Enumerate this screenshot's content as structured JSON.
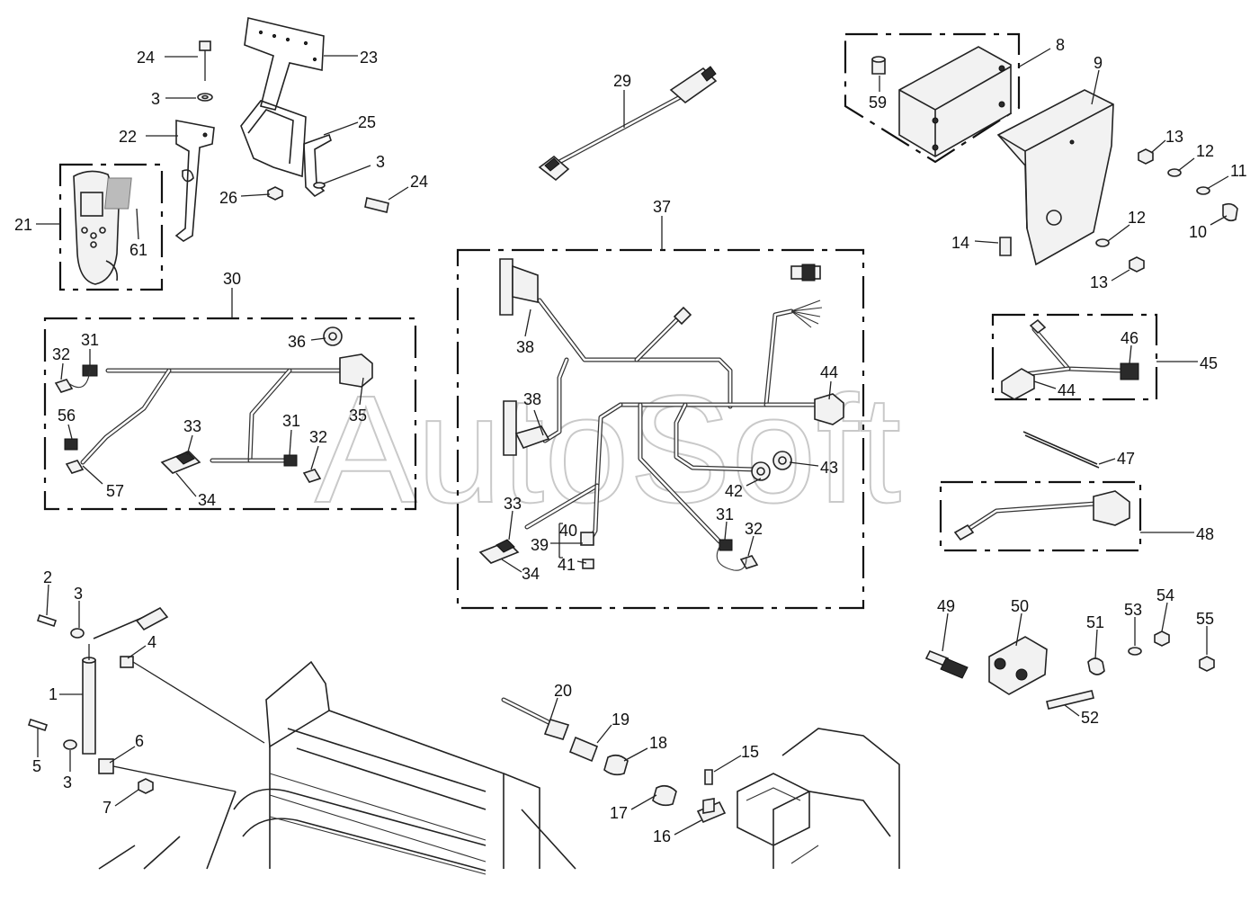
{
  "watermark": "AutoSoft",
  "callouts": [
    {
      "id": "c24a",
      "text": "24"
    },
    {
      "id": "c3a",
      "text": "3"
    },
    {
      "id": "c23",
      "text": "23"
    },
    {
      "id": "c22",
      "text": "22"
    },
    {
      "id": "c25",
      "text": "25"
    },
    {
      "id": "c3b",
      "text": "3"
    },
    {
      "id": "c24b",
      "text": "24"
    },
    {
      "id": "c26",
      "text": "26"
    },
    {
      "id": "c21",
      "text": "21"
    },
    {
      "id": "c61",
      "text": "61"
    },
    {
      "id": "c29",
      "text": "29"
    },
    {
      "id": "c8",
      "text": "8"
    },
    {
      "id": "c9",
      "text": "9"
    },
    {
      "id": "c59",
      "text": "59"
    },
    {
      "id": "c13a",
      "text": "13"
    },
    {
      "id": "c12a",
      "text": "12"
    },
    {
      "id": "c11",
      "text": "11"
    },
    {
      "id": "c10",
      "text": "10"
    },
    {
      "id": "c14",
      "text": "14"
    },
    {
      "id": "c12b",
      "text": "12"
    },
    {
      "id": "c13b",
      "text": "13"
    },
    {
      "id": "c37",
      "text": "37"
    },
    {
      "id": "c30",
      "text": "30"
    },
    {
      "id": "c36",
      "text": "36"
    },
    {
      "id": "c32a",
      "text": "32"
    },
    {
      "id": "c31a",
      "text": "31"
    },
    {
      "id": "c35",
      "text": "35"
    },
    {
      "id": "c56",
      "text": "56"
    },
    {
      "id": "c33a",
      "text": "33"
    },
    {
      "id": "c31b",
      "text": "31"
    },
    {
      "id": "c32b",
      "text": "32"
    },
    {
      "id": "c57",
      "text": "57"
    },
    {
      "id": "c34a",
      "text": "34"
    },
    {
      "id": "c38a",
      "text": "38"
    },
    {
      "id": "c38b",
      "text": "38"
    },
    {
      "id": "c44a",
      "text": "44"
    },
    {
      "id": "c43",
      "text": "43"
    },
    {
      "id": "c42",
      "text": "42"
    },
    {
      "id": "c33b",
      "text": "33"
    },
    {
      "id": "c40",
      "text": "40"
    },
    {
      "id": "c39",
      "text": "39"
    },
    {
      "id": "c41",
      "text": "41"
    },
    {
      "id": "c34b",
      "text": "34"
    },
    {
      "id": "c31c",
      "text": "31"
    },
    {
      "id": "c32c",
      "text": "32"
    },
    {
      "id": "c45",
      "text": "45"
    },
    {
      "id": "c46",
      "text": "46"
    },
    {
      "id": "c44b",
      "text": "44"
    },
    {
      "id": "c47",
      "text": "47"
    },
    {
      "id": "c48",
      "text": "48"
    },
    {
      "id": "c49",
      "text": "49"
    },
    {
      "id": "c50",
      "text": "50"
    },
    {
      "id": "c51",
      "text": "51"
    },
    {
      "id": "c53",
      "text": "53"
    },
    {
      "id": "c54",
      "text": "54"
    },
    {
      "id": "c55",
      "text": "55"
    },
    {
      "id": "c52",
      "text": "52"
    },
    {
      "id": "c2",
      "text": "2"
    },
    {
      "id": "c3c",
      "text": "3"
    },
    {
      "id": "c4",
      "text": "4"
    },
    {
      "id": "c1",
      "text": "1"
    },
    {
      "id": "c5",
      "text": "5"
    },
    {
      "id": "c3d",
      "text": "3"
    },
    {
      "id": "c6",
      "text": "6"
    },
    {
      "id": "c7",
      "text": "7"
    },
    {
      "id": "c20",
      "text": "20"
    },
    {
      "id": "c19",
      "text": "19"
    },
    {
      "id": "c18",
      "text": "18"
    },
    {
      "id": "c15",
      "text": "15"
    },
    {
      "id": "c17",
      "text": "17"
    },
    {
      "id": "c16",
      "text": "16"
    }
  ]
}
